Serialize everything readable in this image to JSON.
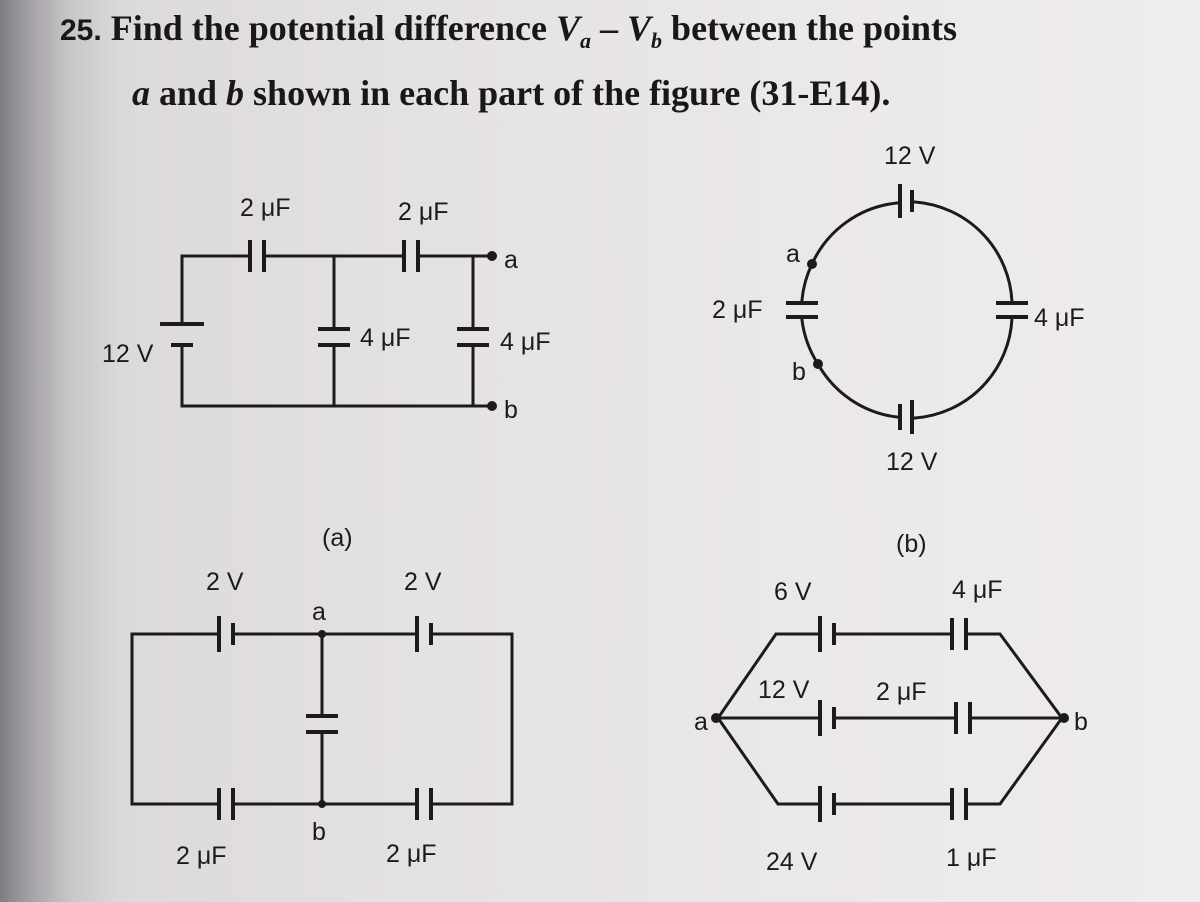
{
  "problem": {
    "number": "25.",
    "line1_before": "Find the potential difference ",
    "va": "V",
    "va_sub": "a",
    "minus": " – ",
    "vb": "V",
    "vb_sub": "b",
    "line1_after": " between the points",
    "line2_a": "a",
    "line2_mid": " and ",
    "line2_b": "b",
    "line2_after": " shown in each part of the figure (31-E14)."
  },
  "fig_a": {
    "caption": "(a)",
    "battery": "12 V",
    "cap_left": "2 μF",
    "cap_right": "2 μF",
    "cap_mid": "4 μF",
    "cap_end": "4 μF",
    "point_a": "a",
    "point_b": "b"
  },
  "fig_b": {
    "caption": "(b)",
    "battery_top": "12 V",
    "battery_bottom": "12 V",
    "cap_left": "2 μF",
    "cap_right": "4 μF",
    "point_a": "a",
    "point_b": "b"
  },
  "fig_c": {
    "battery_left": "2 V",
    "battery_right": "2 V",
    "cap_bottom_left": "2 μF",
    "cap_bottom_right": "2 μF",
    "point_a": "a",
    "point_b": "b"
  },
  "fig_d": {
    "battery_top": "6 V",
    "battery_mid": "12 V",
    "battery_bottom": "24 V",
    "cap_top": "4 μF",
    "cap_mid": "2 μF",
    "cap_bottom": "1 μF",
    "point_a": "a",
    "point_b": "b"
  }
}
